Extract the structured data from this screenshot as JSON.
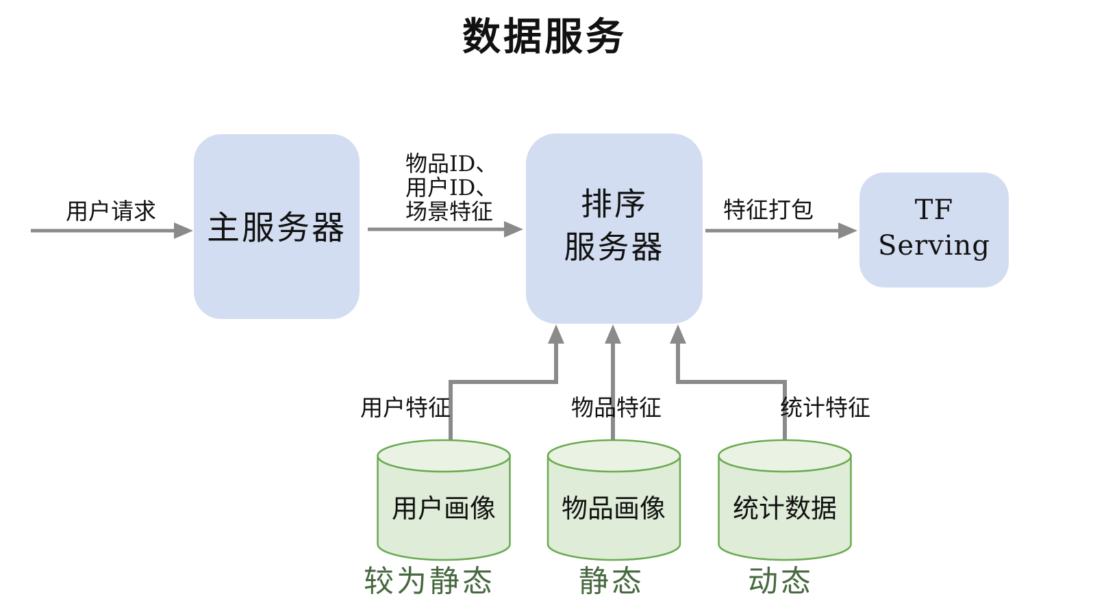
{
  "title": "数据服务",
  "colors": {
    "node_fill": "#d3ddf1",
    "db_fill": "#dfecd8",
    "db_top_fill": "#eaf3e3",
    "db_stroke": "#69aa50",
    "arrow": "#8a8a8a",
    "text": "#111111",
    "caption_green": "#47693f"
  },
  "nodes": {
    "main_server": {
      "label": "主服务器"
    },
    "ranking_server": {
      "line1": "排序",
      "line2": "服务器"
    },
    "tf_serving": {
      "line1": "TF",
      "line2": "Serving"
    }
  },
  "edges": {
    "user_request": {
      "label": "用户请求"
    },
    "ranking_input": {
      "lines": [
        "物品ID、",
        "用户ID、",
        "场景特征"
      ]
    },
    "feature_packing": {
      "label": "特征打包"
    },
    "user_features": {
      "label": "用户特征"
    },
    "item_features": {
      "label": "物品特征"
    },
    "stat_features": {
      "label": "统计特征"
    }
  },
  "databases": [
    {
      "label": "用户画像",
      "caption": "较为静态"
    },
    {
      "label": "物品画像",
      "caption": "静态"
    },
    {
      "label": "统计数据",
      "caption": "动态"
    }
  ]
}
